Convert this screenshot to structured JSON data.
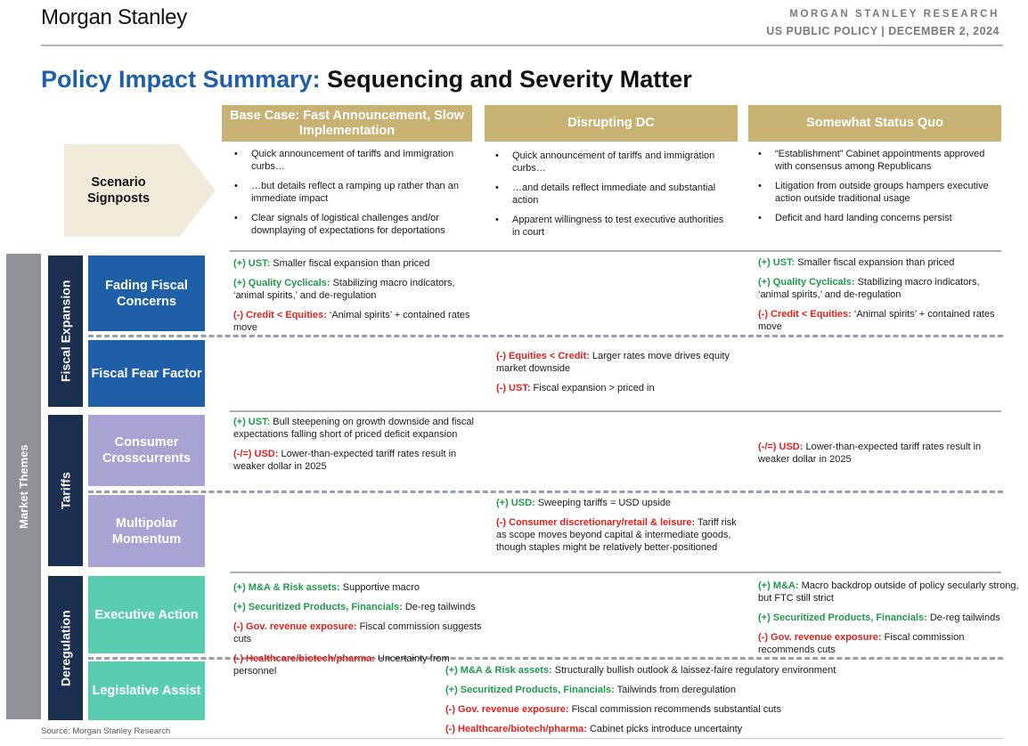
{
  "header": {
    "logo": "Morgan Stanley",
    "research": "MORGAN STANLEY RESEARCH",
    "pubdate": "US PUBLIC POLICY | DECEMBER 2, 2024"
  },
  "title": {
    "lead": "Policy Impact Summary:",
    "rest": " Sequencing and Severity Matter"
  },
  "columns": [
    "Base Case: Fast Announcement, Slow Implementation",
    "Disrupting DC",
    "Somewhat Status Quo"
  ],
  "signposts": {
    "label": "Scenario Signposts",
    "base": [
      "Quick announcement of tariffs and immigration curbs…",
      "…but details reflect a ramping up rather than an immediate impact",
      "Clear signals of logistical challenges and/or downplaying of expectations for deportations"
    ],
    "disrupting": [
      "Quick announcement of tariffs and immigration curbs…",
      "…and details reflect immediate and substantial action",
      "Apparent willingness to test executive authorities in court"
    ],
    "status_quo": [
      "“Establishment” Cabinet appointments approved with consensus among Republicans",
      "Litigation from outside groups hampers executive action outside traditional usage",
      "Deficit and hard landing concerns persist"
    ]
  },
  "labels": {
    "market_themes": "Market Themes",
    "fiscal_expansion": "Fiscal Expansion",
    "tariffs": "Tariffs",
    "deregulation": "Deregulation"
  },
  "themes": {
    "fading": "Fading Fiscal Concerns",
    "fear": "Fiscal Fear Factor",
    "consumer": "Consumer Crosscurrents",
    "multipolar": "Multipolar Momentum",
    "executive": "Executive Action",
    "legislative": "Legislative Assist"
  },
  "cells": {
    "fading_base": [
      {
        "tag": "(+) UST:",
        "text": " Smaller fiscal expansion than priced",
        "tone": "g"
      },
      {
        "tag": "(+) Quality Cyclicals:",
        "text": " Stabilizing macro indicators, ‘animal spirits,’ and de-regulation",
        "tone": "g"
      },
      {
        "tag": "(-) Credit < Equities:",
        "text": " ‘Animal spirits’ + contained rates move",
        "tone": "r"
      }
    ],
    "fading_sq": [
      {
        "tag": "(+) UST:",
        "text": " Smaller fiscal expansion than priced",
        "tone": "g"
      },
      {
        "tag": "(+) Quality Cyclicals:",
        "text": " Stabilizing macro indicators, ‘animal spirits,’ and de-regulation",
        "tone": "g"
      },
      {
        "tag": "(-) Credit < Equities:",
        "text": " ‘Animal spirits’ + contained rates move",
        "tone": "r"
      }
    ],
    "fear_dis": [
      {
        "tag": "(-) Equities < Credit:",
        "text": " Larger rates move drives equity market downside",
        "tone": "r"
      },
      {
        "tag": "(-) UST:",
        "text": " Fiscal expansion > priced in",
        "tone": "r"
      }
    ],
    "consumer_base": [
      {
        "tag": "(+) UST:",
        "text": " Bull steepening on growth downside and fiscal expectations falling short of priced deficit expansion",
        "tone": "g"
      },
      {
        "tag": "(-/=) USD:",
        "text": " Lower-than-expected tariff rates result in weaker dollar in 2025",
        "tone": "r"
      }
    ],
    "consumer_sq": [
      {
        "tag": "(-/=) USD:",
        "text": " Lower-than-expected tariff rates result in weaker dollar in 2025",
        "tone": "r"
      }
    ],
    "multipolar_dis": [
      {
        "tag": "(+) USD:",
        "text": " Sweeping tariffs = USD upside",
        "tone": "g"
      },
      {
        "tag": "(-) Consumer discretionary/retail & leisure:",
        "text": " Tariff risk as scope moves beyond capital & intermediate goods, though staples might be relatively better-positioned",
        "tone": "r"
      }
    ],
    "executive_base": [
      {
        "tag": "(+) M&A & Risk assets:",
        "text": " Supportive macro",
        "tone": "g"
      },
      {
        "tag": "(+) Securitized Products, Financials:",
        "text": " De-reg tailwinds",
        "tone": "g"
      },
      {
        "tag": "(-) Gov. revenue exposure:",
        "text": " Fiscal commission suggests cuts",
        "tone": "r"
      },
      {
        "tag": "(-) Healthcare/biotech/pharma:",
        "text": " Uncertainty from personnel",
        "tone": "r"
      }
    ],
    "executive_sq": [
      {
        "tag": "(+) M&A:",
        "text": " Macro backdrop outside of policy secularly strong, but FTC still strict",
        "tone": "g"
      },
      {
        "tag": "(+) Securitized Products, Financials:",
        "text": " De-reg tailwinds",
        "tone": "g"
      },
      {
        "tag": "(-) Gov. revenue exposure:",
        "text": " Fiscal commission recommends cuts",
        "tone": "r"
      }
    ],
    "legislative_all": [
      {
        "tag": "(+) M&A & Risk assets:",
        "text": " Structurally bullish outlook & laissez-faire regulatory environment",
        "tone": "g"
      },
      {
        "tag": "(+) Securitized Products, Financials:",
        "text": " Tailwinds from deregulation",
        "tone": "g"
      },
      {
        "tag": "(-) Gov. revenue exposure:",
        "text": " Fiscal commission recommends substantial cuts",
        "tone": "r"
      },
      {
        "tag": "(-) Healthcare/biotech/pharma:",
        "text": " Cabinet picks introduce uncertainty",
        "tone": "r"
      }
    ]
  },
  "source": "Source: Morgan Stanley Research",
  "colors": {
    "title_blue": "#1f5fa8",
    "gold": "#c8b273",
    "navy": "#1b2f50",
    "theme_blue": "#1f5fa8",
    "lavender": "#a7a4d4",
    "teal": "#5acdb0",
    "positive": "#1f9a4b",
    "negative": "#e3211c"
  }
}
